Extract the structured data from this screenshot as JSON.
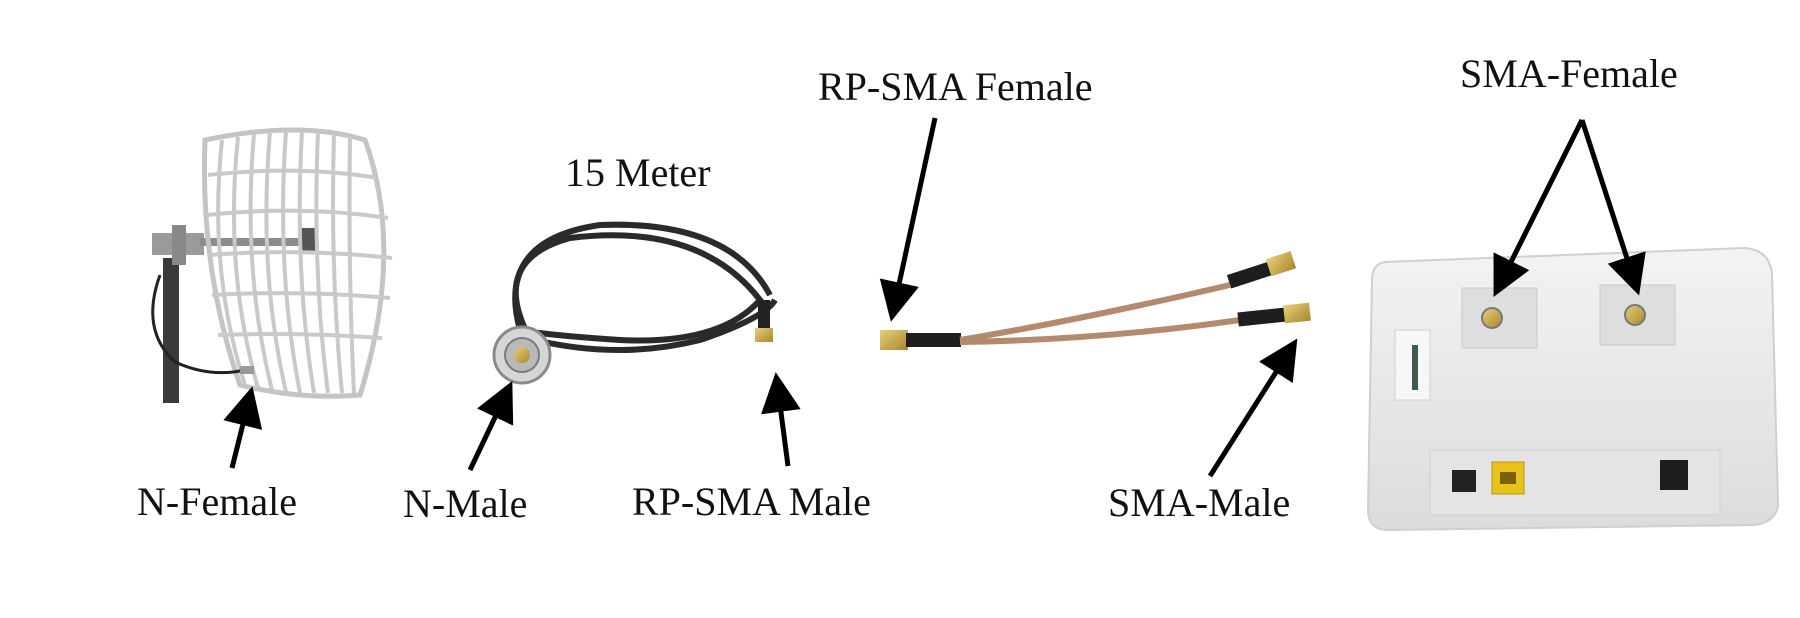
{
  "labels": {
    "n_female": "N-Female",
    "n_male": "N-Male",
    "rp_sma_male": "RP-SMA Male",
    "length": "15 Meter",
    "rp_sma_female": "RP-SMA Female",
    "sma_male": "SMA-Male",
    "sma_female": "SMA-Female"
  },
  "colors": {
    "arrow": "#000000",
    "router_body": "#e9e9e9",
    "cable": "#2a2a2a",
    "pigtail": "#b48a6e",
    "brass": "#c9a84a",
    "grid_antenna": "#c9c9c9",
    "lan_port": "#e8c21a"
  }
}
